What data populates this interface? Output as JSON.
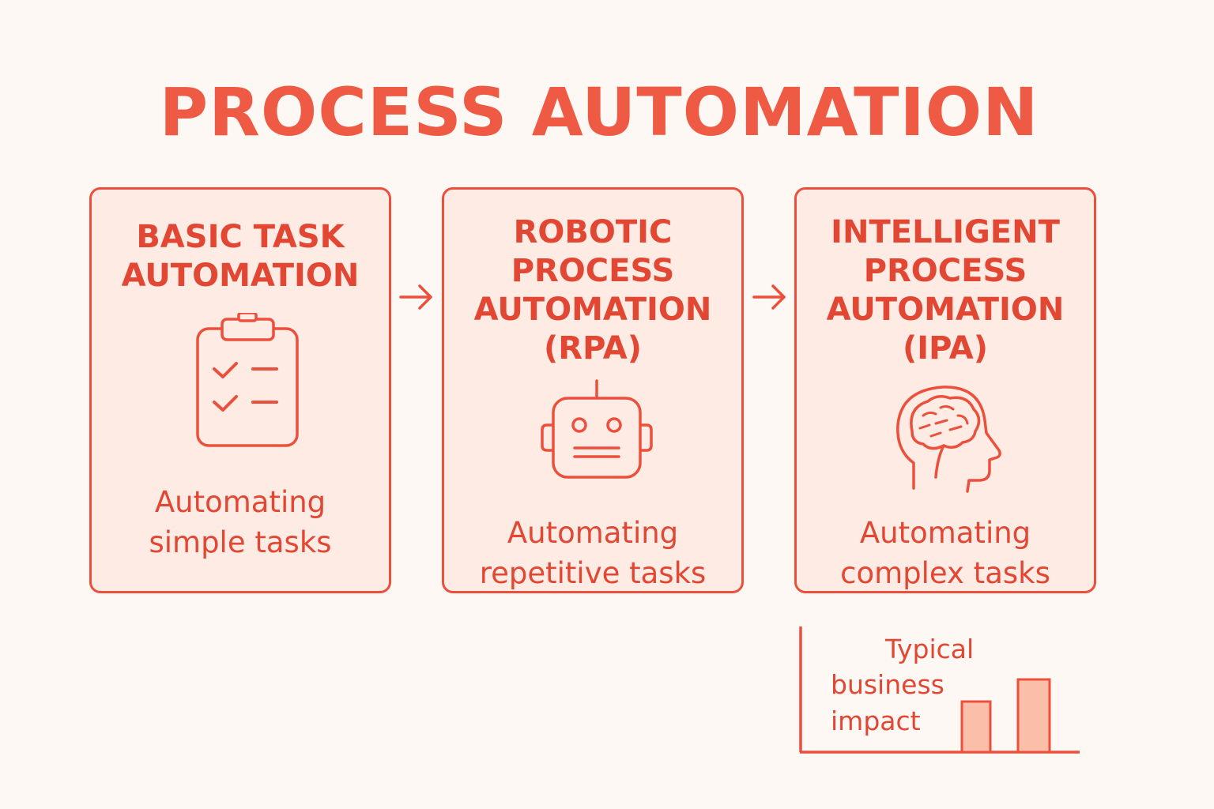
{
  "title": "PROCESS AUTOMATION",
  "stages": [
    {
      "title_lines": [
        "BASIC TASK",
        "AUTOMATION"
      ],
      "icon": "clipboard-checklist-icon",
      "desc_lines": [
        "Automating",
        "simple tasks"
      ]
    },
    {
      "title_lines": [
        "ROBOTIC",
        "PROCESS",
        "AUTOMATION",
        "(RPA)"
      ],
      "icon": "robot-icon",
      "desc_lines": [
        "Automating",
        "repetitive tasks"
      ]
    },
    {
      "title_lines": [
        "INTELLIGENT",
        "PROCESS",
        "AUTOMATION",
        "(IPA)"
      ],
      "icon": "brain-head-icon",
      "desc_lines": [
        "Automating",
        "complex tasks"
      ]
    }
  ],
  "impact": {
    "label_lines": [
      "Typical",
      "business",
      "impact"
    ]
  },
  "colors": {
    "accent": "#ec4f3c",
    "title": "#ef5a45",
    "card_fill": "#fdebe4",
    "bar_fill": "#fbbfa9",
    "background": "#fdf8f4"
  }
}
